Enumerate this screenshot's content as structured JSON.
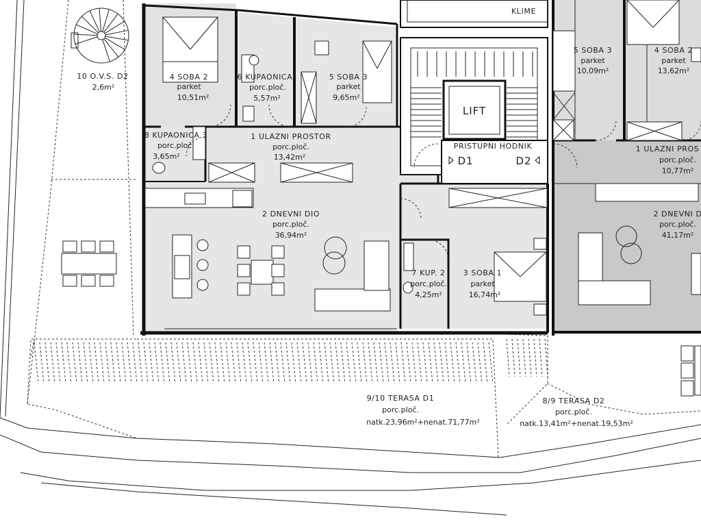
{
  "rooms": [
    {
      "id": "soba4",
      "name": "4 SOBA 2",
      "finish": "parket",
      "area": "10,51m²"
    },
    {
      "id": "kup6",
      "name": "6 KUPAONICA",
      "finish": "porc.ploč.",
      "area": "5,57m²"
    },
    {
      "id": "soba5",
      "name": "5 SOBA 3",
      "finish": "parket",
      "area": "9,65m²"
    },
    {
      "id": "ovs10",
      "name": "10 O.V.S. D2",
      "finish": "",
      "area": "2,6m²"
    },
    {
      "id": "kup8",
      "name": "8 KUPAONICA 3",
      "finish": "porc.ploč.",
      "area": "3,65m²"
    },
    {
      "id": "ulaz1",
      "name": "1 ULAZNI PROSTOR",
      "finish": "porc.ploč.",
      "area": "13,42m²"
    },
    {
      "id": "dnevni2",
      "name": "2 DNEVNI DIO",
      "finish": "porc.ploč.",
      "area": "36,94m²"
    },
    {
      "id": "kup7",
      "name": "7 KUP. 2",
      "finish": "porc.ploč.",
      "area": "4,25m²"
    },
    {
      "id": "soba3",
      "name": "3 SOBA 1",
      "finish": "parket",
      "area": "16,74m²"
    },
    {
      "id": "r_soba5",
      "name": "5 SOBA 3",
      "finish": "parket",
      "area": "10,09m²"
    },
    {
      "id": "r_soba4",
      "name": "4 SOBA 2",
      "finish": "parket",
      "area": "13,62m²"
    },
    {
      "id": "r_ulaz1",
      "name": "1 ULAZNI PROS",
      "finish": "porc.ploč.",
      "area": "10,77m²"
    },
    {
      "id": "r_dnevni2",
      "name": "2 DNEVNI D",
      "finish": "porc.ploč.",
      "area": "41,17m²"
    },
    {
      "id": "terasa_d1",
      "name": "9/10 TERASA D1",
      "finish": "porc.ploč.",
      "area": "natk.23,96m²+nenat.71,77m²"
    },
    {
      "id": "terasa_d2",
      "name": "8/9 TERASA D2",
      "finish": "porc.ploč.",
      "area": "natk.13,41m²+nenat.19,53m²"
    }
  ],
  "labels": {
    "lift": "LIFT",
    "klime": "KLIME",
    "hallway": "PRISTUPNI HODNIK",
    "door_d1": "D1",
    "door_d2": "D2"
  },
  "colors": {
    "apartment_d1_fill": "#e6e6e6",
    "apartment_d2_fill": "#c9c9c9",
    "wall": "#111111"
  }
}
